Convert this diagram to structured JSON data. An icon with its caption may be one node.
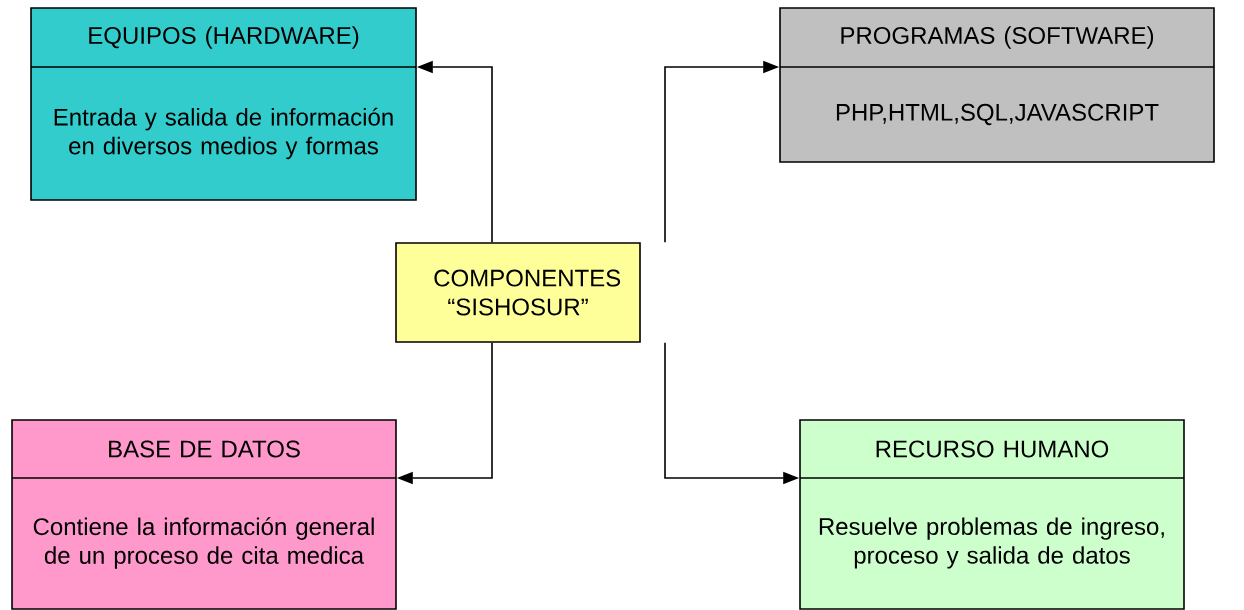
{
  "diagram": {
    "nodes": [
      {
        "text": [
          "EQUIPOS (HARDWARE)",
          "Entrada y salida de información en diversos medios y formas"
        ]
      },
      {
        "text": [
          "PROGRAMAS (SOFTWARE)",
          "PHP,HTML,SQL,JAVASCRIPT"
        ]
      },
      {
        "text": [
          "COMPONENTES “SISHOSUR”"
        ]
      },
      {
        "text": [
          "BASE DE DATOS",
          "Contiene la información general de un proceso de cita medica"
        ]
      },
      {
        "text": [
          "RECURSO HUMANO",
          "Resuelve problemas de ingreso, proceso y salida de datos"
        ]
      }
    ],
    "edges": [
      {
        "from": 2,
        "to": 0,
        "arrow": "to"
      },
      {
        "from": 2,
        "to": 1,
        "arrow": "to"
      },
      {
        "from": 2,
        "to": 3,
        "arrow": "to"
      },
      {
        "from": 2,
        "to": 4,
        "arrow": "to"
      }
    ]
  }
}
